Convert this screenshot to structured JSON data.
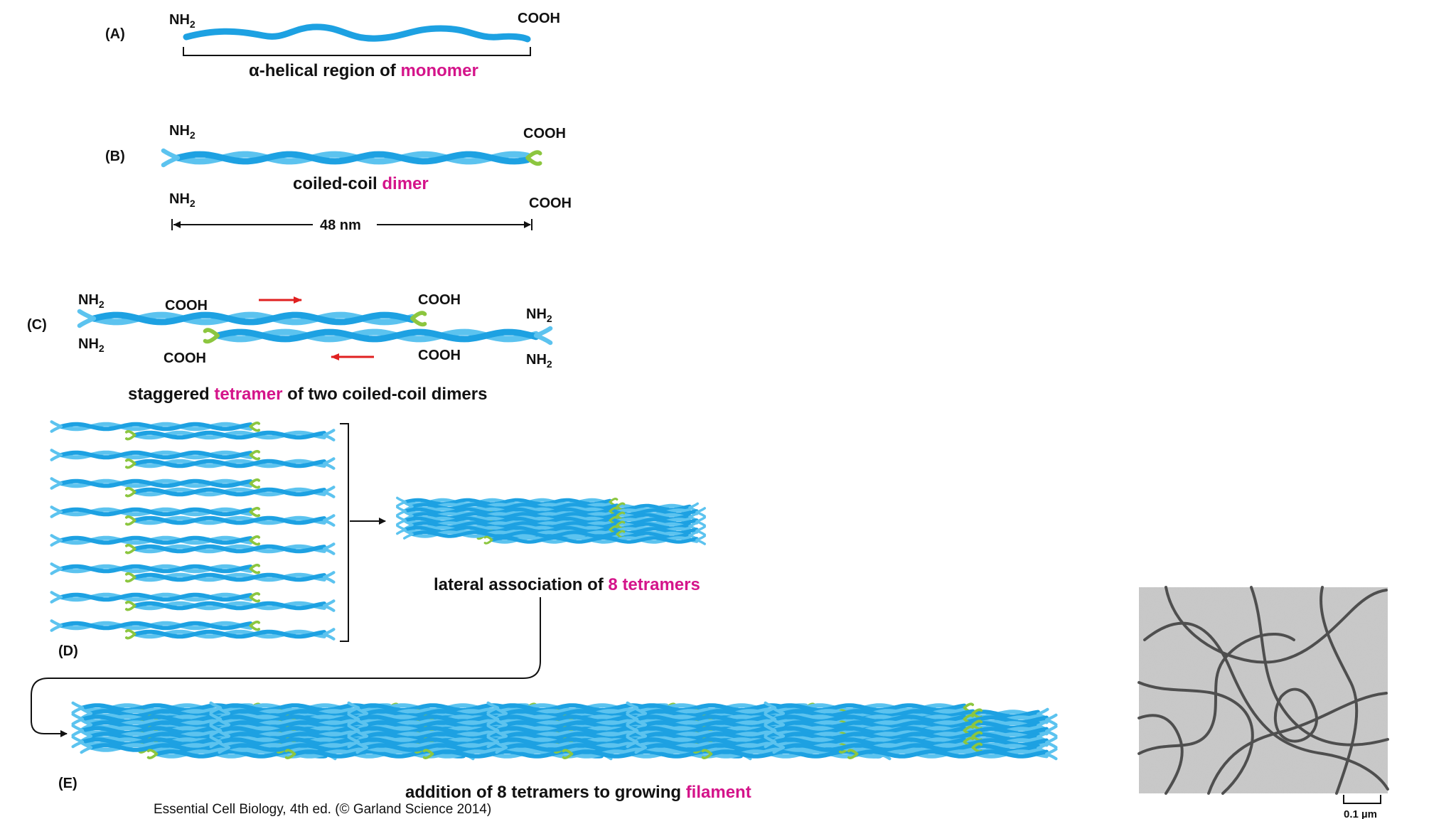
{
  "colors": {
    "helix_dark": "#1da1e2",
    "helix_light": "#5cc3ef",
    "terminus_green": "#8cc63f",
    "highlight_magenta": "#d4148a",
    "arrow_red": "#e02020",
    "line": "#111111"
  },
  "panel_a": {
    "label": "(A)",
    "nh2_prefix": "NH",
    "nh2_sub": "2",
    "cooh": "COOH",
    "caption_pre": "α-helical region of ",
    "caption_hl": "monomer"
  },
  "panel_b": {
    "label": "(B)",
    "nh2_prefix": "NH",
    "nh2_sub": "2",
    "cooh": "COOH",
    "caption_pre": "coiled-coil ",
    "caption_hl": "dimer",
    "length": "48 nm"
  },
  "panel_c": {
    "label": "(C)",
    "nh2_prefix": "NH",
    "nh2_sub": "2",
    "cooh": "COOH",
    "caption_pre": "staggered ",
    "caption_hl": "tetramer",
    "caption_post": " of two coiled-coil dimers"
  },
  "panel_d": {
    "label": "(D)",
    "caption_pre": "lateral association of ",
    "caption_hl": "8 tetramers"
  },
  "panel_e": {
    "label": "(E)",
    "caption_pre": "addition of 8 tetramers to growing ",
    "caption_hl": "filament"
  },
  "micrograph": {
    "scale": "0.1 µm"
  },
  "credit": "Essential Cell Biology, 4th ed. (© Garland Science 2014)"
}
